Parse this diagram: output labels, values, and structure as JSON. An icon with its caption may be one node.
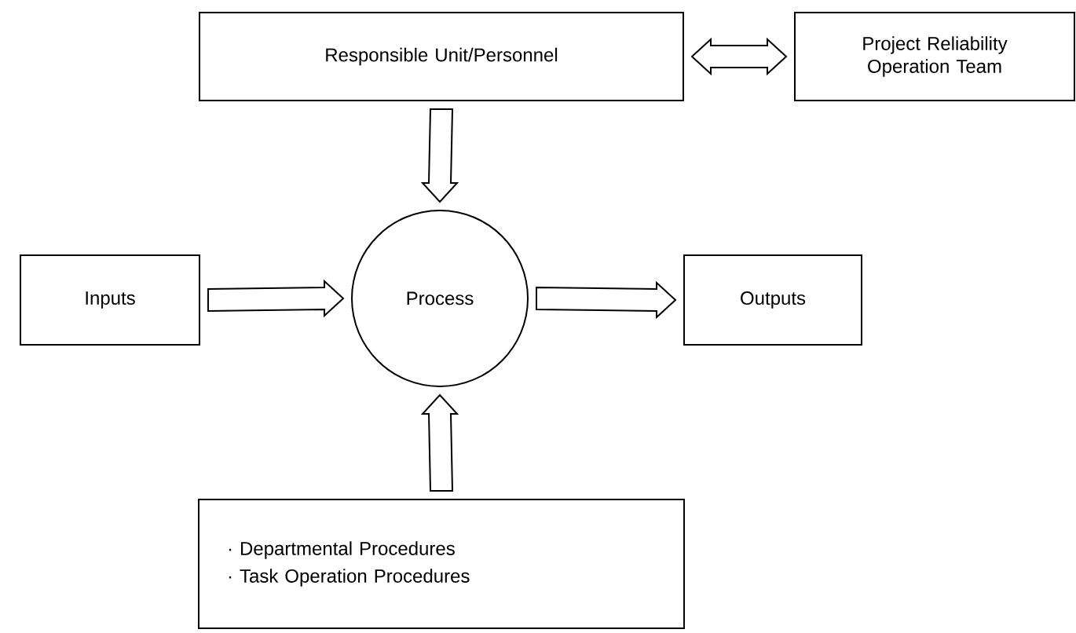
{
  "diagram": {
    "nodes": [
      {
        "text": [
          "Responsible Unit/Personnel"
        ]
      },
      {
        "text": [
          "Project Reliability Operation Team"
        ]
      },
      {
        "text": [
          "Inputs"
        ]
      },
      {
        "text": [
          "Process"
        ]
      },
      {
        "text": [
          "Outputs"
        ]
      },
      {
        "text": [
          "· Departmental Procedures",
          "· Task Operation Procedures"
        ]
      }
    ],
    "edges": [
      {
        "from": 0,
        "to": 3,
        "arrow": "to"
      },
      {
        "from": 1,
        "to": 0,
        "arrow": "both"
      },
      {
        "from": 2,
        "to": 3,
        "arrow": "to"
      },
      {
        "from": 3,
        "to": 4,
        "arrow": "to"
      },
      {
        "from": 5,
        "to": 3,
        "arrow": "to"
      }
    ]
  }
}
